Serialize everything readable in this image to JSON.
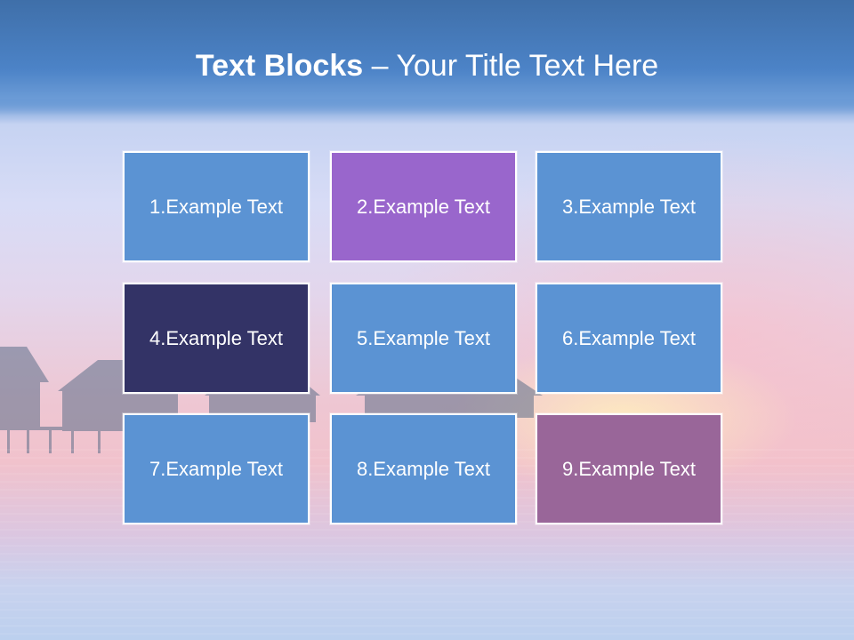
{
  "title": {
    "bold_part": "Text Blocks",
    "separator": " – ",
    "regular_part": "Your Title Text Here"
  },
  "colors": {
    "title_band": "#4c83c7",
    "blue_block": "#5b93d3",
    "purple_block": "#9966cc",
    "navy_block": "#333366",
    "mauve_block": "#996699"
  },
  "blocks": [
    {
      "label": "1.Example Text",
      "color": "#5b93d3"
    },
    {
      "label": "2.Example Text",
      "color": "#9966cc"
    },
    {
      "label": "3.Example Text",
      "color": "#5b93d3"
    },
    {
      "label": "4.Example Text",
      "color": "#333366"
    },
    {
      "label": "5.Example Text",
      "color": "#5b93d3"
    },
    {
      "label": "6.Example Text",
      "color": "#5b93d3"
    },
    {
      "label": "7.Example Text",
      "color": "#5b93d3"
    },
    {
      "label": "8.Example Text",
      "color": "#5b93d3"
    },
    {
      "label": "9.Example Text",
      "color": "#996699"
    }
  ]
}
